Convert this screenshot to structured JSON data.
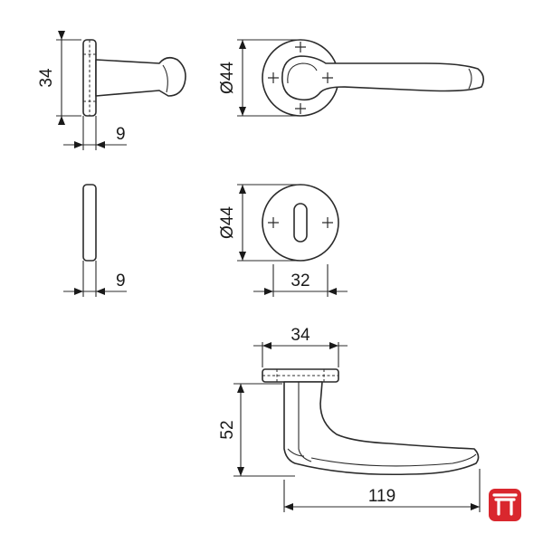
{
  "dimensions": {
    "rose_height": "34",
    "rose_depth": "9",
    "rose_diameter": "Ø44",
    "escutcheon_depth": "9",
    "escutcheon_diameter": "Ø44",
    "escutcheon_width": "32",
    "rose_width": "34",
    "handle_height": "52",
    "handle_length": "119"
  },
  "logo": {
    "color": "#d9272e"
  }
}
